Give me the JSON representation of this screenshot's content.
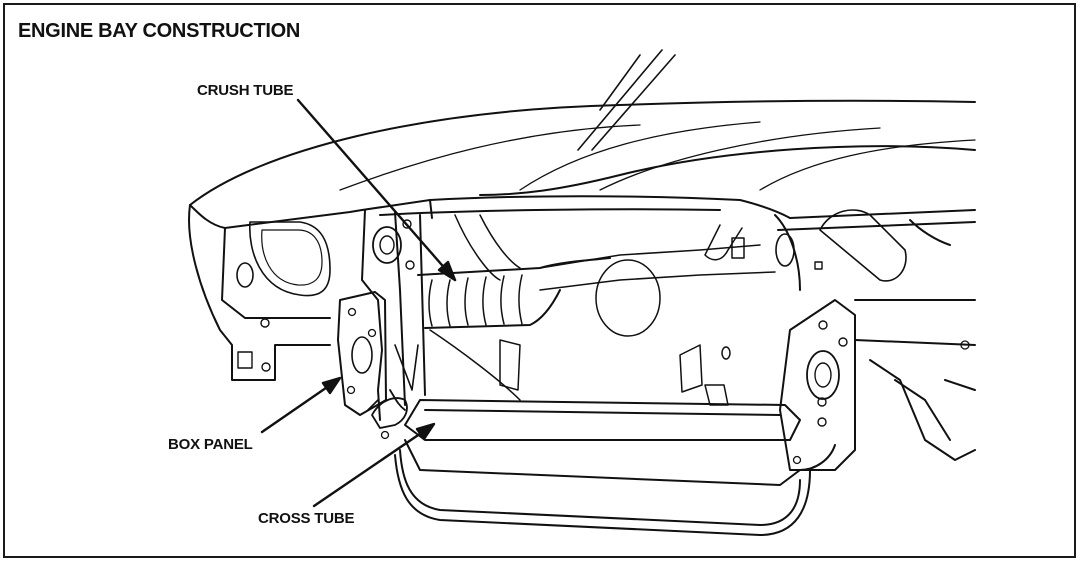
{
  "title": "ENGINE BAY CONSTRUCTION",
  "callouts": {
    "crush_tube": "CRUSH TUBE",
    "box_panel": "BOX PANEL",
    "cross_tube": "CROSS TUBE"
  },
  "colors": {
    "ink": "#111111",
    "paper": "#ffffff"
  }
}
